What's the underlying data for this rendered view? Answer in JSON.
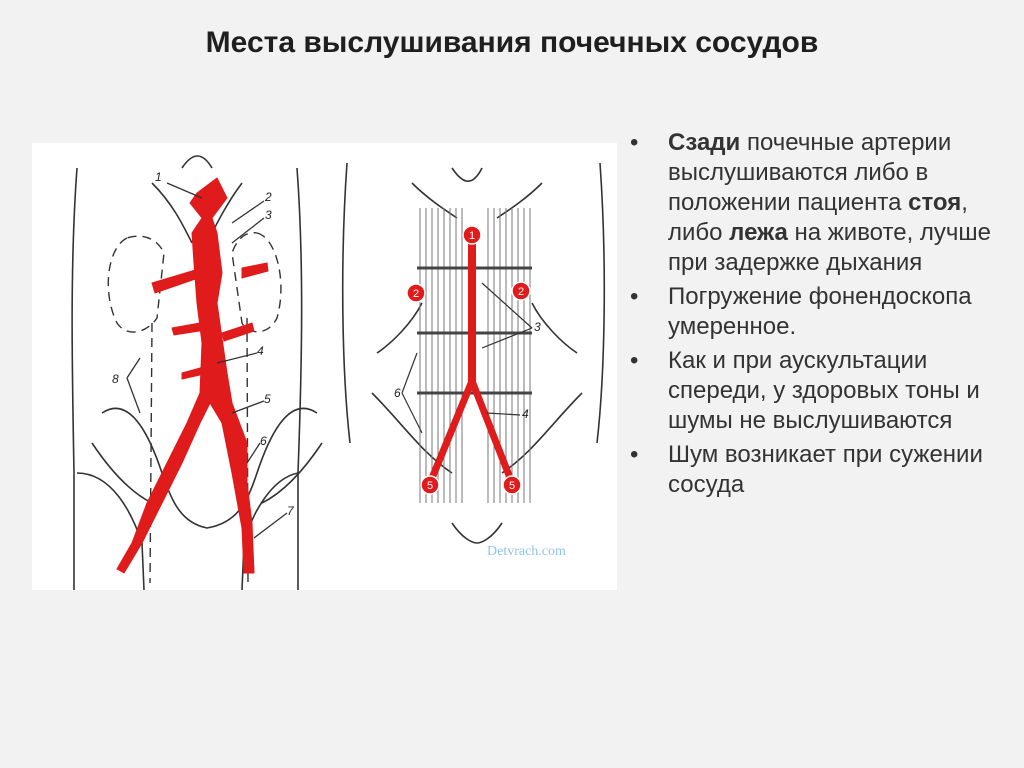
{
  "slide": {
    "title": "Места выслушивания почечных сосудов",
    "watermark": "Detvrach.com",
    "colors": {
      "background": "#f2f2f2",
      "vessel": "#e01b1b",
      "text": "#333333"
    }
  },
  "figure_left": {
    "labels": [
      "1",
      "2",
      "3",
      "4",
      "5",
      "6",
      "7",
      "8"
    ]
  },
  "figure_right": {
    "points": [
      "1",
      "2",
      "2",
      "5",
      "5"
    ],
    "labels": [
      "3",
      "4",
      "6"
    ]
  },
  "bullets": [
    {
      "b1": "Сзади",
      "t1": " почечные артерии выслушиваются либо в положении пациента ",
      "b2": "стоя",
      "t2": ", либо ",
      "b3": "лежа",
      "t3": " на животе, лучше при задержке дыхания"
    },
    {
      "t1": "Погружение фонендоскопа умеренное."
    },
    {
      "t1": "Как и при аускультации спереди, у здоровых тоны и шумы не выслушиваются"
    },
    {
      "t1": "Шум возникает при сужении сосуда"
    }
  ],
  "bullet_symbol": "•"
}
